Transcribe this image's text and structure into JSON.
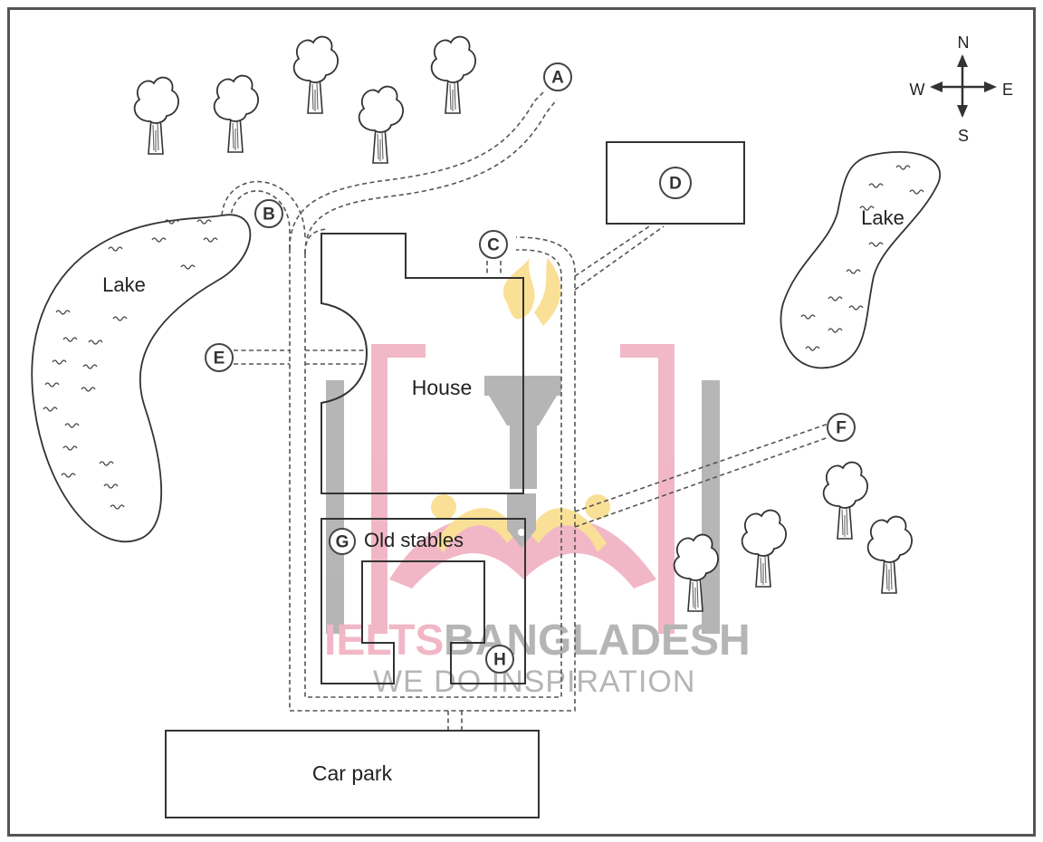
{
  "map": {
    "buildings": {
      "house": "House",
      "old_stables": "Old stables",
      "car_park": "Car park"
    },
    "lakes": [
      "Lake",
      "Lake"
    ],
    "markers": [
      "A",
      "B",
      "C",
      "D",
      "E",
      "F",
      "G",
      "H"
    ],
    "compass": {
      "north": "N",
      "south": "S",
      "east": "E",
      "west": "W"
    }
  },
  "watermark": {
    "title_part1": "IELTS",
    "title_part2": "BANGLADESH",
    "subtitle": "WE DO INSPIRATION",
    "colors": {
      "pink": "#e67d9a",
      "grey": "#7a7a7a",
      "yellow": "#f5c842"
    }
  },
  "colors": {
    "line": "#333333",
    "background": "#ffffff"
  }
}
